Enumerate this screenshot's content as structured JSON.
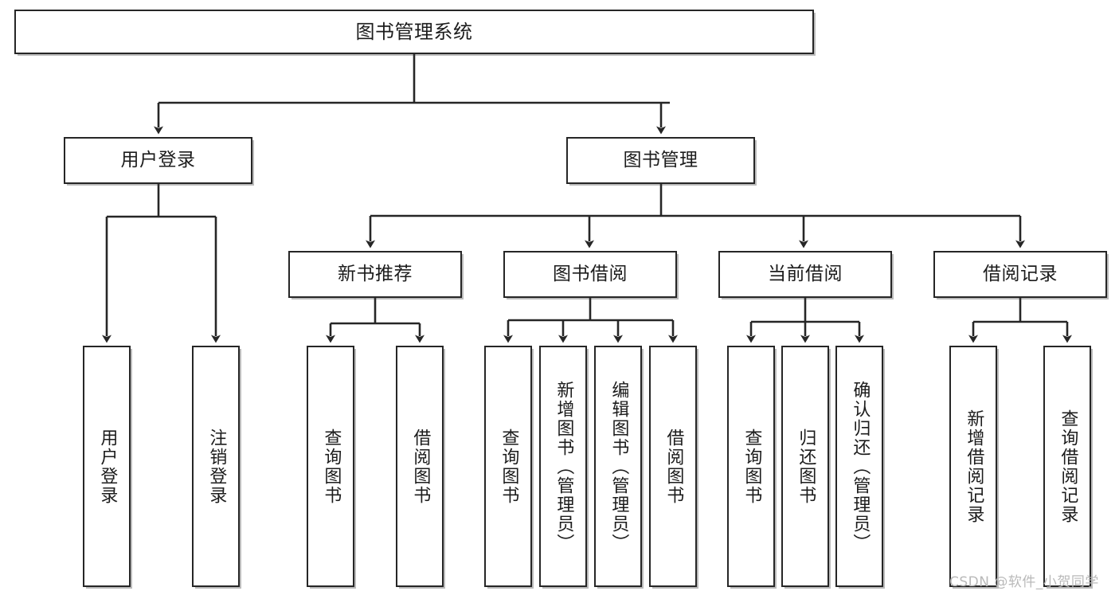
{
  "diagram": {
    "title": "图书管理系统",
    "type": "hierarchy-tree",
    "levels": 4
  },
  "nodes": {
    "root": {
      "label": "图书管理系统"
    },
    "level2": [
      {
        "id": "user-login",
        "label": "用户登录"
      },
      {
        "id": "book-manage",
        "label": "图书管理"
      }
    ],
    "level3": [
      {
        "id": "new-book-recommend",
        "label": "新书推荐"
      },
      {
        "id": "book-borrow",
        "label": "图书借阅"
      },
      {
        "id": "current-borrow",
        "label": "当前借阅"
      },
      {
        "id": "borrow-record",
        "label": "借阅记录"
      }
    ],
    "leaves": [
      {
        "id": "leaf-user-login",
        "label": "用户登录"
      },
      {
        "id": "leaf-logout-login",
        "label": "注销登录"
      },
      {
        "id": "leaf-query-book-1",
        "label": "查询图书"
      },
      {
        "id": "leaf-borrow-book-1",
        "label": "借阅图书"
      },
      {
        "id": "leaf-query-book-2",
        "label": "查询图书"
      },
      {
        "id": "leaf-add-book",
        "label": "新增图书（管理员）"
      },
      {
        "id": "leaf-edit-book",
        "label": "编辑图书（管理员）"
      },
      {
        "id": "leaf-borrow-book-2",
        "label": "借阅图书"
      },
      {
        "id": "leaf-query-book-3",
        "label": "查询图书"
      },
      {
        "id": "leaf-return-book",
        "label": "归还图书"
      },
      {
        "id": "leaf-confirm-return",
        "label": "确认归还（管理员）"
      },
      {
        "id": "leaf-add-record",
        "label": "新增借阅记录"
      },
      {
        "id": "leaf-query-record",
        "label": "查询借阅记录"
      }
    ]
  },
  "watermark": {
    "text": "CSDN @软件_小贺同学"
  },
  "colors": {
    "border": "#262626",
    "text": "#1c1c1c",
    "background": "#ffffff",
    "watermark": "#b9b9b9"
  }
}
